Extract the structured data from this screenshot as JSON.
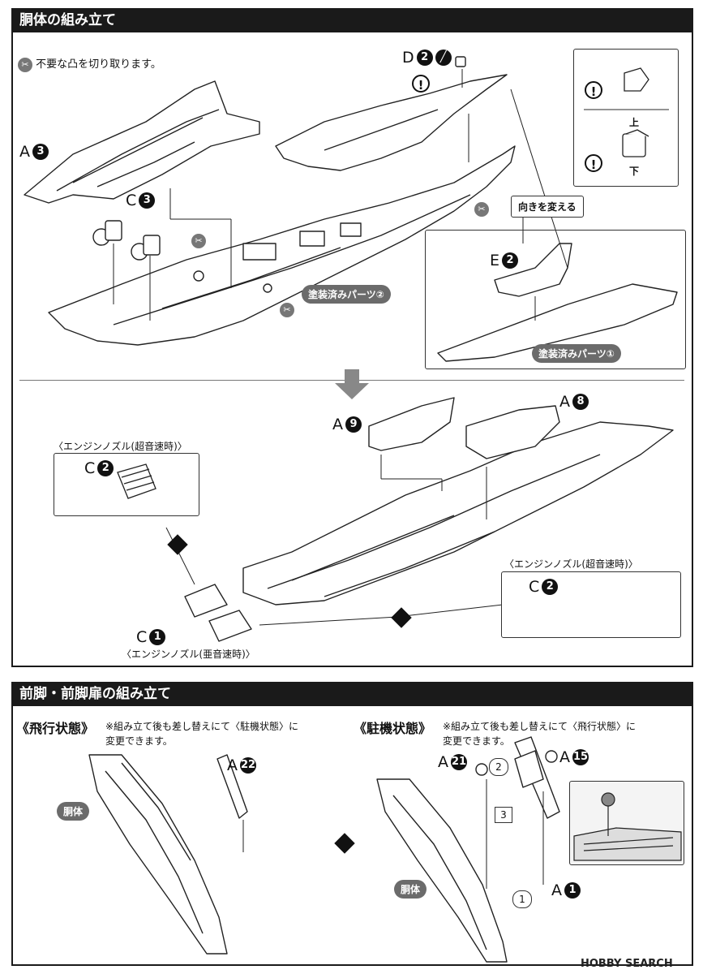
{
  "section1": {
    "title": "胴体の組み立て",
    "note": "不要な凸を切り取ります。",
    "labels": {
      "a3_letter": "A",
      "a3_num": "3",
      "c3_letter": "C",
      "c3_num": "3",
      "d2_letter": "D",
      "d2_num": "2",
      "e2_letter": "E",
      "e2_num": "2"
    },
    "painted_part_2": "塗装済みパーツ②",
    "painted_part_1": "塗装済みパーツ①",
    "change_direction": "向きを変える",
    "inset": {
      "top_label": "上",
      "bottom_label": "下"
    }
  },
  "section1b": {
    "labels": {
      "a9_letter": "A",
      "a9_num": "9",
      "a8_letter": "A",
      "a8_num": "8",
      "c2_left_letter": "C",
      "c2_left_num": "2",
      "c2_right_letter": "C",
      "c2_right_num": "2",
      "c1_letter": "C",
      "c1_num": "1"
    },
    "nozzle_supersonic_left": "〈エンジンノズル(超音速時)〉",
    "nozzle_supersonic_right": "〈エンジンノズル(超音速時)〉",
    "nozzle_subsonic": "〈エンジンノズル(亜音速時)〉"
  },
  "section2": {
    "title": "前脚・前脚扉の組み立て",
    "flight": {
      "title": "《飛行状態》",
      "note_line1": "※組み立て後も差し替えにて〈駐機状態〉に",
      "note_line2": "変更できます。",
      "body_label": "胴体",
      "a22_letter": "A",
      "a22_num": "22"
    },
    "parked": {
      "title": "《駐機状態》",
      "note_line1": "※組み立て後も差し替えにて〈飛行状態〉に",
      "note_line2": "変更できます。",
      "body_label": "胴体",
      "a21_letter": "A",
      "a21_num": "21",
      "a15_letter": "A",
      "a15_num": "15",
      "a1_letter": "A",
      "a1_num": "1",
      "step1": "1",
      "step2": "2",
      "step3": "3"
    }
  },
  "watermark": "HOBBY SEARCH"
}
